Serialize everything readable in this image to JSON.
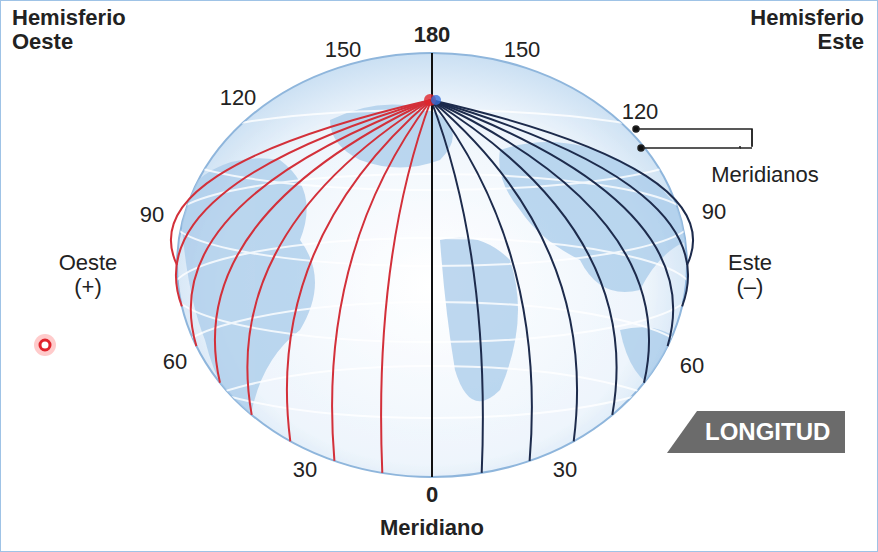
{
  "diagram": {
    "nodes": [
      {
        "text": [
          "LONGITUD"
        ]
      }
    ],
    "labels": [
      "Hemisferio Oeste",
      "180",
      "Hemisferio Este",
      "150",
      "150",
      "120",
      "120",
      "Meridianos",
      "90",
      "90",
      "Oeste (+)",
      "Este (–)",
      "60",
      "60",
      "30",
      "30",
      "0",
      "Meridiano"
    ]
  }
}
